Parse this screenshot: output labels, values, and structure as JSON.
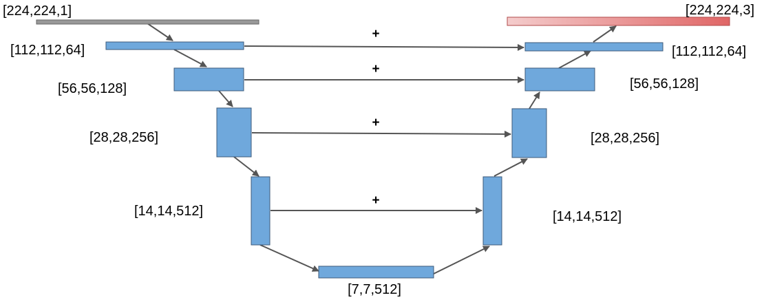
{
  "colors": {
    "block_fill": "#6fa8dc",
    "block_stroke": "#3c5a7a",
    "input_fill": "#999999",
    "output_gradient_start": "#f4cccc",
    "output_gradient_end": "#e06666",
    "arrow": "#555555"
  },
  "input_label": "[224,224,1]",
  "output_label": "[224,224,3]",
  "encoder": [
    {
      "label": "[112,112,64]"
    },
    {
      "label": "[56,56,128]"
    },
    {
      "label": "[28,28,256]"
    },
    {
      "label": "[14,14,512]"
    }
  ],
  "bottleneck": {
    "label": "[7,7,512]"
  },
  "decoder": [
    {
      "label": "[112,112,64]"
    },
    {
      "label": "[56,56,128]"
    },
    {
      "label": "[28,28,256]"
    },
    {
      "label": "[14,14,512]"
    }
  ],
  "skip_symbol": "+"
}
